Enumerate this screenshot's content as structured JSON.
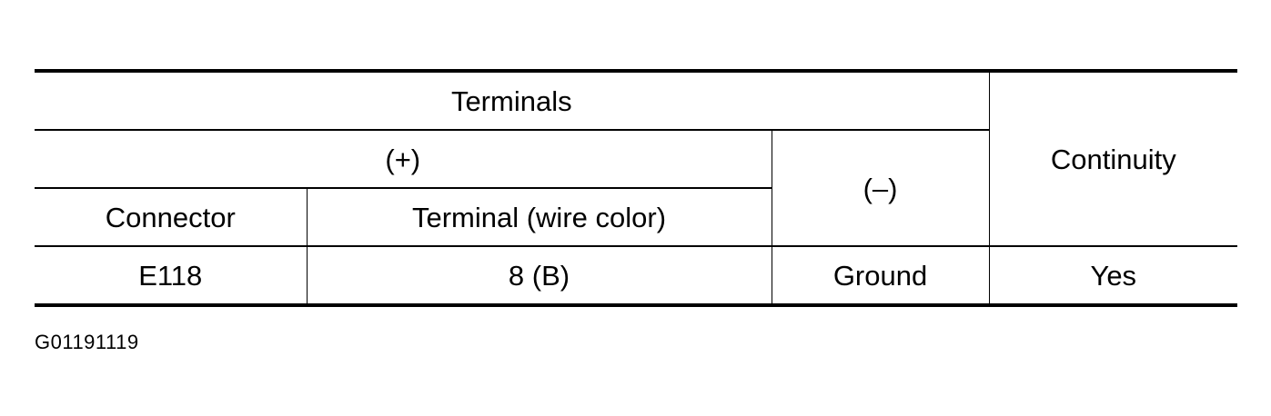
{
  "table": {
    "header": {
      "terminals": "Terminals",
      "continuity": "Continuity",
      "positive": "(+)",
      "negative": "(–)",
      "connector": "Connector",
      "terminal_wire_color": "Terminal (wire color)"
    },
    "rows": [
      {
        "connector": "E118",
        "terminal": "8 (B)",
        "negative": "Ground",
        "continuity": "Yes"
      }
    ]
  },
  "figure_code": "G01191119"
}
